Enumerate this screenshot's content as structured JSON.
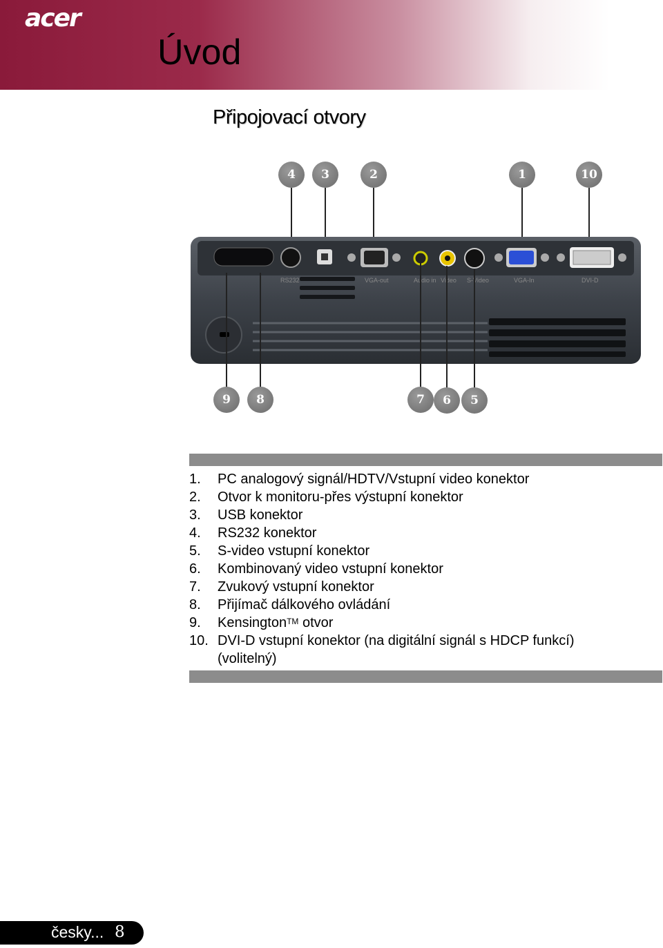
{
  "brand": {
    "logo_text": "acer"
  },
  "header": {
    "title": "Úvod"
  },
  "section": {
    "title": "Připojovací otvory"
  },
  "callouts": {
    "top": [
      "4",
      "3",
      "2",
      "1",
      "10"
    ],
    "bottom": [
      "9",
      "8",
      "7",
      "6",
      "5"
    ]
  },
  "panel_labels": [
    "RS232",
    "VGA-out",
    "Audio in",
    "Video",
    "S-Video",
    "VGA-In",
    "DVI-D"
  ],
  "items": [
    {
      "num": "1.",
      "text": "PC analogový signál/HDTV/Vstupní video konektor"
    },
    {
      "num": "2.",
      "text": "Otvor k monitoru-přes výstupní konektor"
    },
    {
      "num": "3.",
      "text": "USB konektor"
    },
    {
      "num": "4.",
      "text": "RS232 konektor"
    },
    {
      "num": "5.",
      "text": "S-video vstupní konektor"
    },
    {
      "num": "6.",
      "text": "Kombinovaný video vstupní konektor"
    },
    {
      "num": "7.",
      "text": "Zvukový vstupní konektor"
    },
    {
      "num": "8.",
      "text": "Přijímač dálkového ovládání"
    },
    {
      "num": "9.",
      "text": "Kensington",
      "sup": "TM",
      "rest": " otvor"
    },
    {
      "num": "10.",
      "text": "DVI-D vstupní konektor (na digitální signál s HDCP funkcí) (volitelný)"
    }
  ],
  "footer": {
    "language": "česky...",
    "page": "8"
  },
  "colors": {
    "header_accent": "#8a1a3a",
    "bar": "#8c8c8c",
    "callout": "#7a7a7a"
  }
}
